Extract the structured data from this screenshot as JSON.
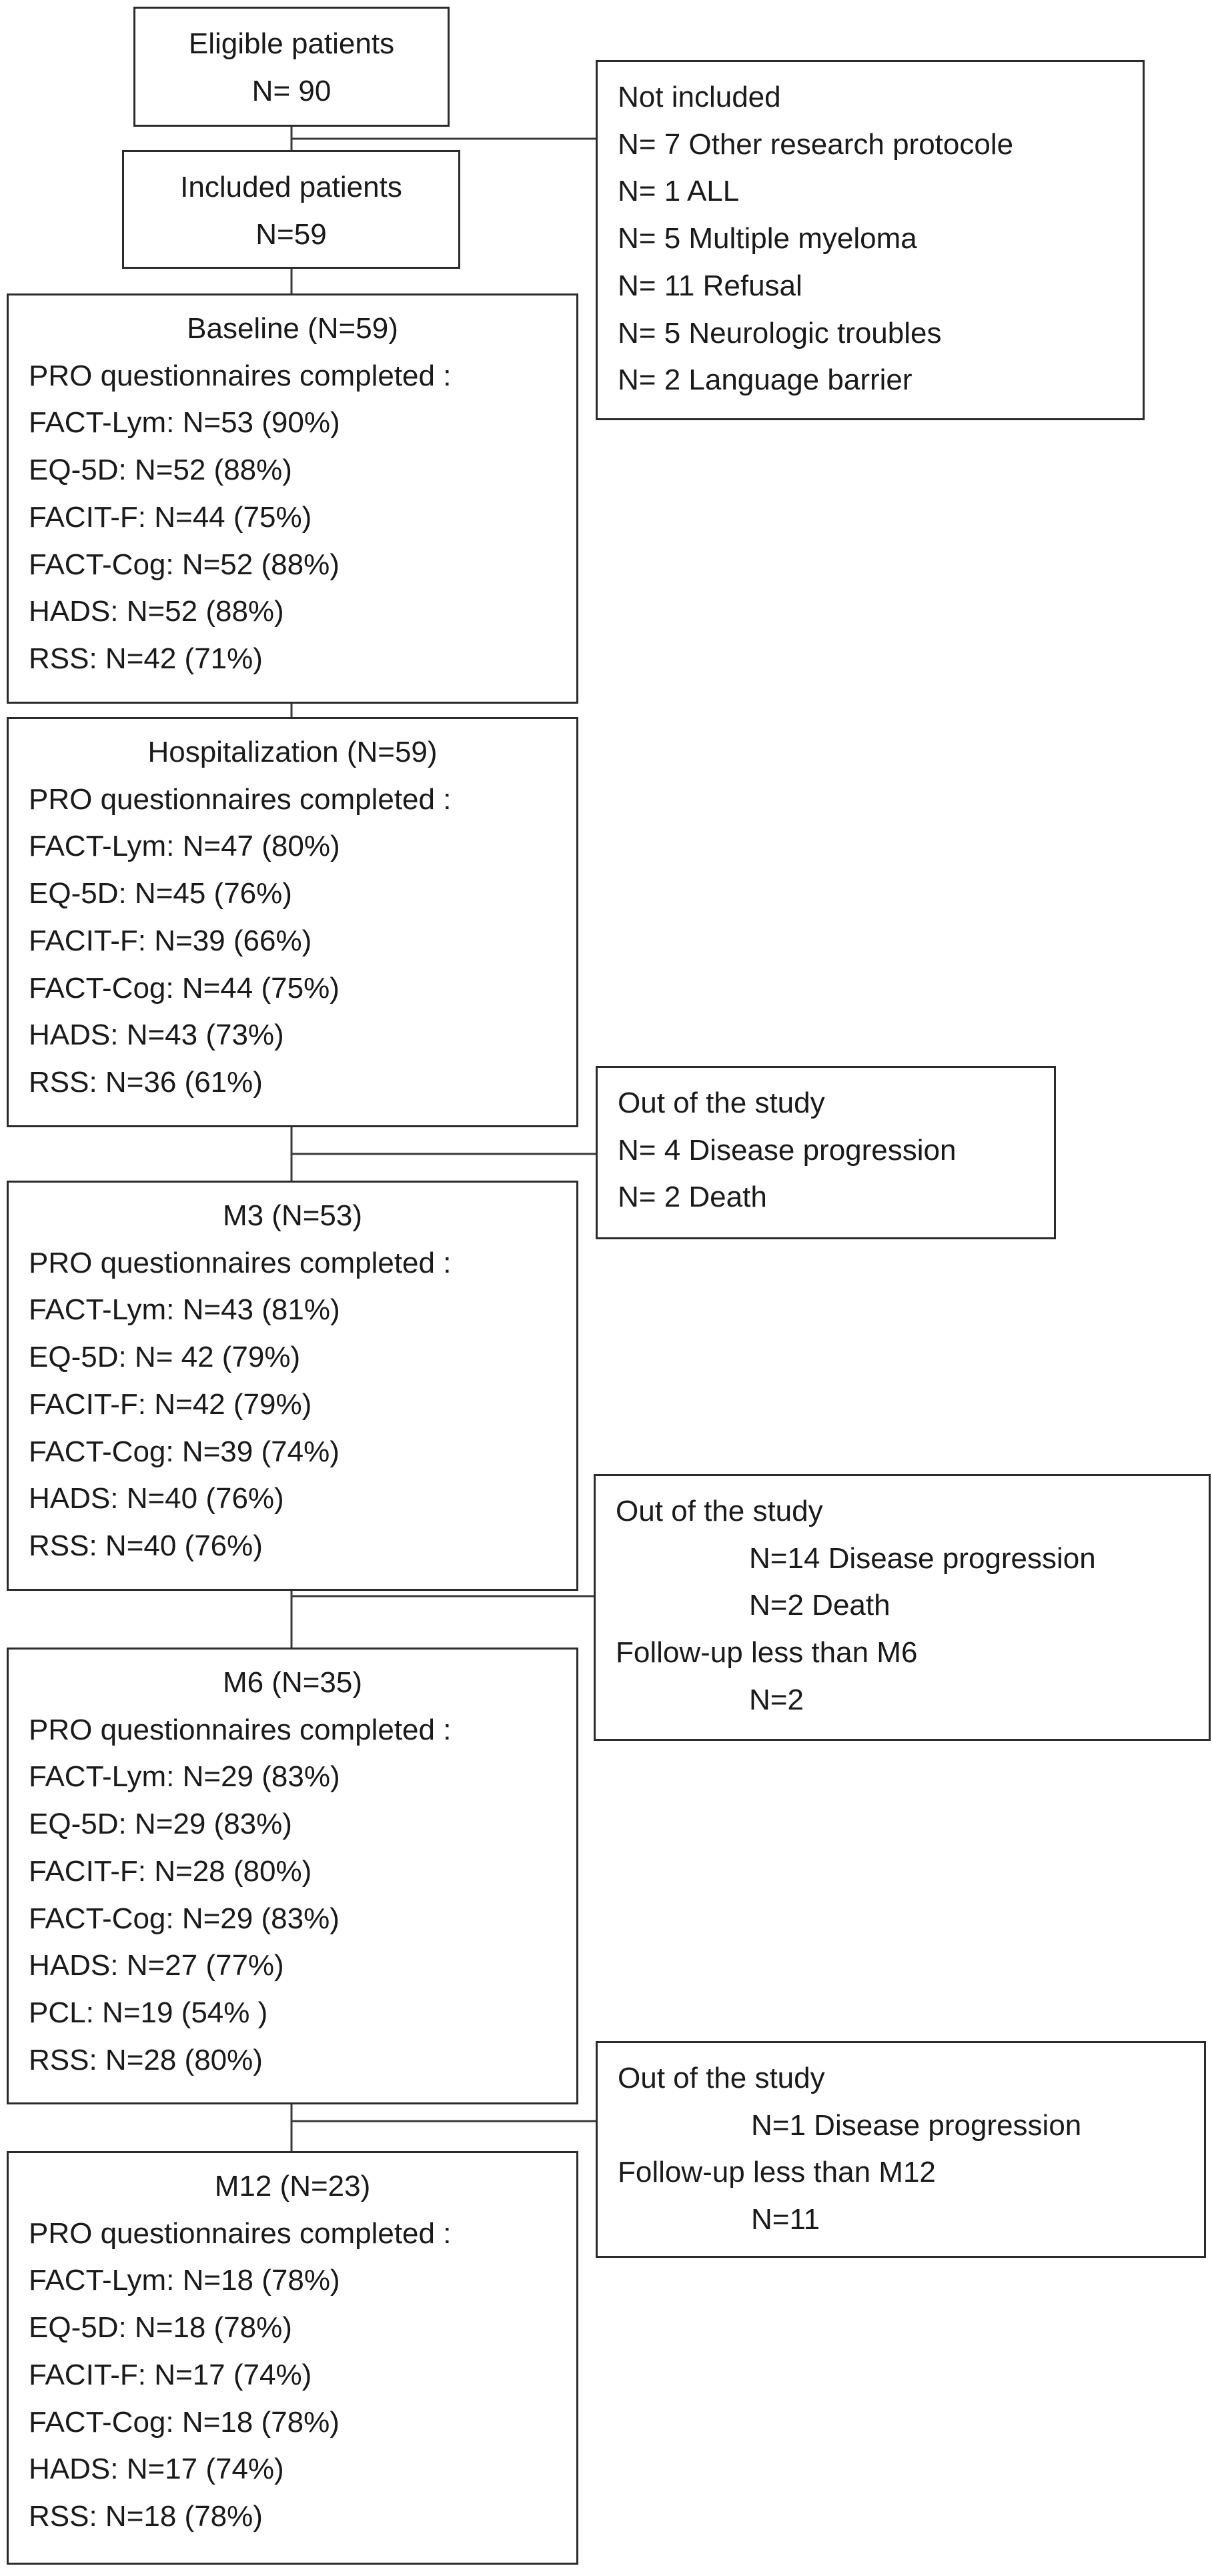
{
  "eligible": {
    "title": "Eligible patients",
    "n": "N= 90"
  },
  "included": {
    "title": "Included patients",
    "n": "N=59"
  },
  "not_included": {
    "title": "Not included",
    "items": [
      "N= 7 Other research protocole",
      "N= 1 ALL",
      "N= 5 Multiple myeloma",
      "N= 11 Refusal",
      "N= 5 Neurologic troubles",
      "N= 2 Language barrier"
    ]
  },
  "baseline": {
    "title": "Baseline (N=59)",
    "subtitle": "PRO questionnaires completed :",
    "items": [
      "FACT-Lym:  N=53 (90%)",
      "EQ-5D: N=52 (88%)",
      "FACIT-F: N=44 (75%)",
      "FACT-Cog: N=52 (88%)",
      "HADS: N=52 (88%)",
      "RSS: N=42 (71%)"
    ]
  },
  "hospitalization": {
    "title": "Hospitalization (N=59)",
    "subtitle": "PRO questionnaires completed :",
    "items": [
      "FACT-Lym:  N=47 (80%)",
      "EQ-5D: N=45 (76%)",
      "FACIT-F: N=39 (66%)",
      "FACT-Cog: N=44 (75%)",
      "HADS: N=43 (73%)",
      "RSS: N=36 (61%)"
    ]
  },
  "out1": {
    "title": "Out of the study",
    "items": [
      "N= 4 Disease progression",
      "N= 2 Death"
    ]
  },
  "m3": {
    "title": "M3 (N=53)",
    "subtitle": "PRO questionnaires completed :",
    "items": [
      "FACT-Lym:  N=43 (81%)",
      "EQ-5D: N= 42 (79%)",
      "FACIT-F: N=42 (79%)",
      "FACT-Cog: N=39 (74%)",
      "HADS: N=40 (76%)",
      "RSS: N=40 (76%)"
    ]
  },
  "out2": {
    "title": "Out of the study",
    "line1": "N=14 Disease progression",
    "line2": "N=2 Death",
    "line3": "Follow-up less than M6",
    "line4": "N=2"
  },
  "m6": {
    "title": "M6 (N=35)",
    "subtitle": "PRO questionnaires completed :",
    "items": [
      "FACT-Lym:  N=29 (83%)",
      "EQ-5D: N=29 (83%)",
      "FACIT-F: N=28 (80%)",
      "FACT-Cog: N=29 (83%)",
      "HADS: N=27 (77%)",
      "PCL: N=19 (54% )",
      "RSS: N=28 (80%)"
    ]
  },
  "out3": {
    "title": "Out of the study",
    "line1": "N=1 Disease progression",
    "line2": "Follow-up less than M12",
    "line3": "N=11"
  },
  "m12": {
    "title": "M12 (N=23)",
    "subtitle": "PRO questionnaires completed :",
    "items": [
      "FACT-Lym:  N=18 (78%)",
      "EQ-5D: N=18 (78%)",
      "FACIT-F: N=17 (74%)",
      "FACT-Cog: N=18 (78%)",
      "HADS: N=17 (74%)",
      "RSS: N=18 (78%)"
    ]
  }
}
